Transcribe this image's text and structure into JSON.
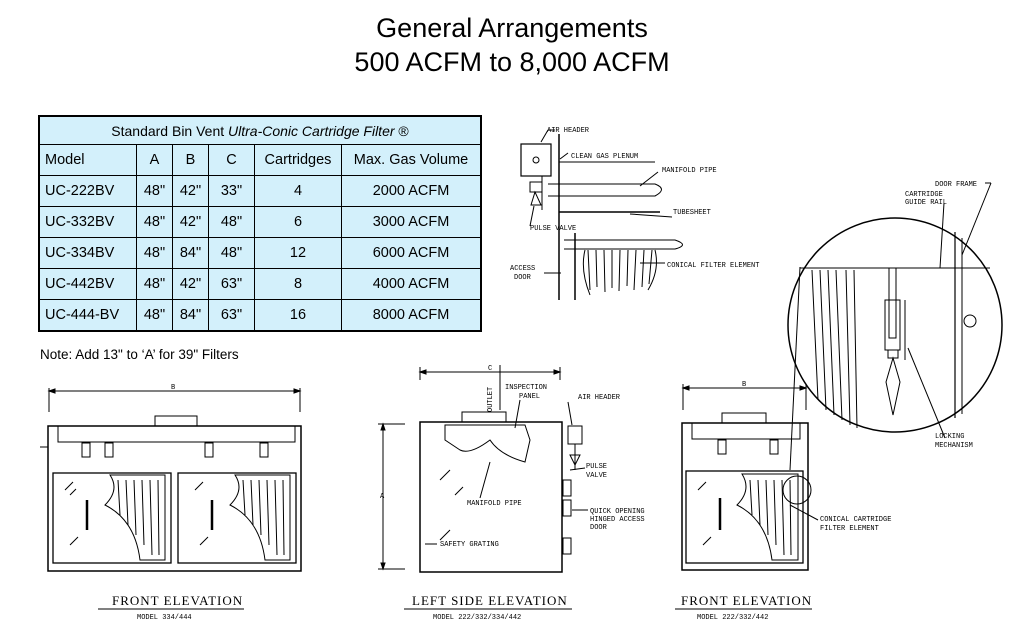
{
  "title_line1": "General Arrangements",
  "title_line2": "500 ACFM to 8,000 ACFM",
  "table": {
    "caption_prefix": "Standard Bin Vent ",
    "caption_italic": "Ultra-Conic Cartridge Filter",
    "caption_suffix": " ®",
    "headers": [
      "Model",
      "A",
      "B",
      "C",
      "Cartridges",
      "Max. Gas Volume"
    ],
    "rows": [
      [
        "UC-222BV",
        "48\"",
        "42\"",
        "33\"",
        "4",
        "2000 ACFM"
      ],
      [
        "UC-332BV",
        "48\"",
        "42\"",
        "48\"",
        "6",
        "3000 ACFM"
      ],
      [
        "UC-334BV",
        "48\"",
        "84\"",
        "48\"",
        "12",
        "6000 ACFM"
      ],
      [
        "UC-442BV",
        "48\"",
        "42\"",
        "63\"",
        "8",
        "4000 ACFM"
      ],
      [
        "UC-444-BV",
        "48\"",
        "84\"",
        "63\"",
        "16",
        "8000 ACFM"
      ]
    ]
  },
  "note": "Note: Add 13\" to ‘A’ for 39\" Filters",
  "detail_labels": {
    "air_header": "AIR HEADER",
    "clean_gas_plenum": "CLEAN GAS PLENUM",
    "manifold_pipe": "MANIFOLD PIPE",
    "tubesheet": "TUBESHEET",
    "pulse_valve": "PULSE VALVE",
    "access_door_1": "ACCESS",
    "access_door_2": "DOOR",
    "conical_filter_element": "CONICAL FILTER ELEMENT"
  },
  "zoom_labels": {
    "door_frame": "DOOR FRAME",
    "cartridge_guide_rail_1": "CARTRIDGE",
    "cartridge_guide_rail_2": "GUIDE RAIL",
    "locking_1": "LOCKING",
    "locking_2": "MECHANISM",
    "conical_cartridge_1": "CONICAL CARTRIDGE",
    "conical_cartridge_2": "FILTER ELEMENT"
  },
  "side_labels": {
    "dim_c": "C",
    "dim_a": "A",
    "outlet": "OUTLET",
    "inspection_1": "INSPECTION",
    "inspection_2": "PANEL",
    "air_header": "AIR HEADER",
    "pulse_1": "PULSE",
    "pulse_2": "VALVE",
    "manifold_pipe": "MANIFOLD PIPE",
    "quick_1": "QUICK OPENING",
    "quick_2": "HINGED ACCESS",
    "quick_3": "DOOR",
    "safety_grating": "SAFETY GRATING"
  },
  "front_left": {
    "dim_b": "B",
    "caption": "FRONT ELEVATION",
    "model": "MODEL 334/444"
  },
  "side": {
    "caption": "LEFT SIDE ELEVATION",
    "model": "MODEL 222/332/334/442"
  },
  "front_right": {
    "dim_b": "B",
    "caption": "FRONT ELEVATION",
    "model": "MODEL 222/332/442"
  }
}
